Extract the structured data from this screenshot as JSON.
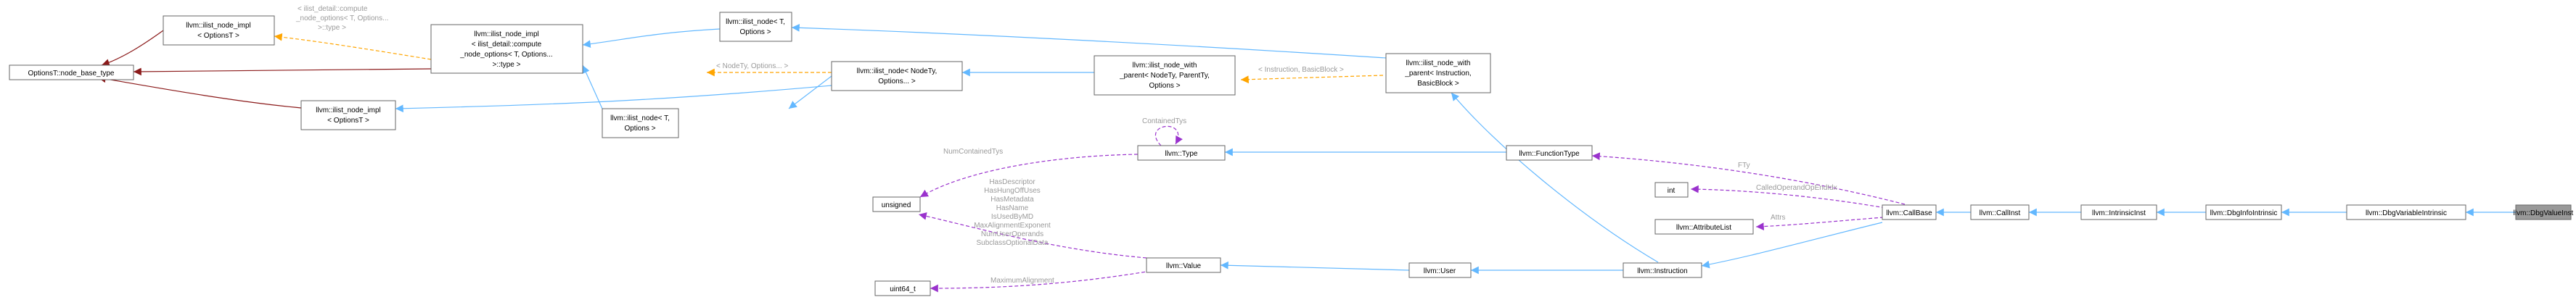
{
  "nodes": {
    "optionsT_node_base_type": "OptionsT::node_base_type",
    "ilist_node_impl_optionsT_a": [
      "llvm::ilist_node_impl",
      "< OptionsT >"
    ],
    "ilist_node_impl_optionsT_b": [
      "llvm::ilist_node_impl",
      "< OptionsT >"
    ],
    "ilist_node_impl_compute": [
      "llvm::ilist_node_impl",
      "< ilist_detail::compute",
      "_node_options< T, Options...",
      ">::type >"
    ],
    "ilist_node_T_options_top": [
      "llvm::ilist_node< T,",
      " Options >"
    ],
    "ilist_node_T_options_mid": [
      "llvm::ilist_node< T,",
      " Options >"
    ],
    "ilist_node_NodeTy": [
      "llvm::ilist_node< NodeTy,",
      " Options... >"
    ],
    "ilist_node_with_parent_tmpl": [
      "llvm::ilist_node_with",
      "_parent< NodeTy, ParentTy,",
      " Options >"
    ],
    "ilist_node_with_parent_inst": [
      "llvm::ilist_node_with",
      "_parent< Instruction,",
      " BasicBlock >"
    ],
    "function_type": "llvm::FunctionType",
    "type": "llvm::Type",
    "unsigned": "unsigned",
    "int": "int",
    "attribute_list": "llvm::AttributeList",
    "uint64_t": "uint64_t",
    "value": "llvm::Value",
    "user": "llvm::User",
    "instruction": "llvm::Instruction",
    "call_base": "llvm::CallBase",
    "call_inst": "llvm::CallInst",
    "intrinsic_inst": "llvm::IntrinsicInst",
    "dbg_info_intrinsic": "llvm::DbgInfoIntrinsic",
    "dbg_variable_intrinsic": "llvm::DbgVariableIntrinsic",
    "dbg_value_inst": "llvm::DbgValueInst"
  },
  "edge_labels": {
    "compute_to_impl": [
      "< ilist_detail::compute",
      "_node_options< T, Options...",
      ">::type >"
    ],
    "nodety_options": "< NodeTy, Options... >",
    "instruction_basicblock": "< Instruction, BasicBlock >",
    "contained_tys": "ContainedTys",
    "num_contained_tys": "NumContainedTys",
    "fty": "FTy",
    "called_operand_op_end_idx": "CalledOperandOpEndIdx",
    "attrs": "Attrs",
    "value_fields": [
      "HasDescriptor",
      "HasHungOffUses",
      "HasMetadata",
      "HasName",
      "IsUsedByMD",
      "MaxAlignmentExponent",
      "NumUserOperands",
      "SubclassOptionalData"
    ],
    "maximum_alignment": "MaximumAlignment"
  },
  "colors": {
    "public_inheritance": "#63b8ff",
    "protected_inheritance": "#8b1a1a",
    "template_instance": "#ffa500",
    "usage": "#9a32cd",
    "current_node_fill": "#999999"
  }
}
